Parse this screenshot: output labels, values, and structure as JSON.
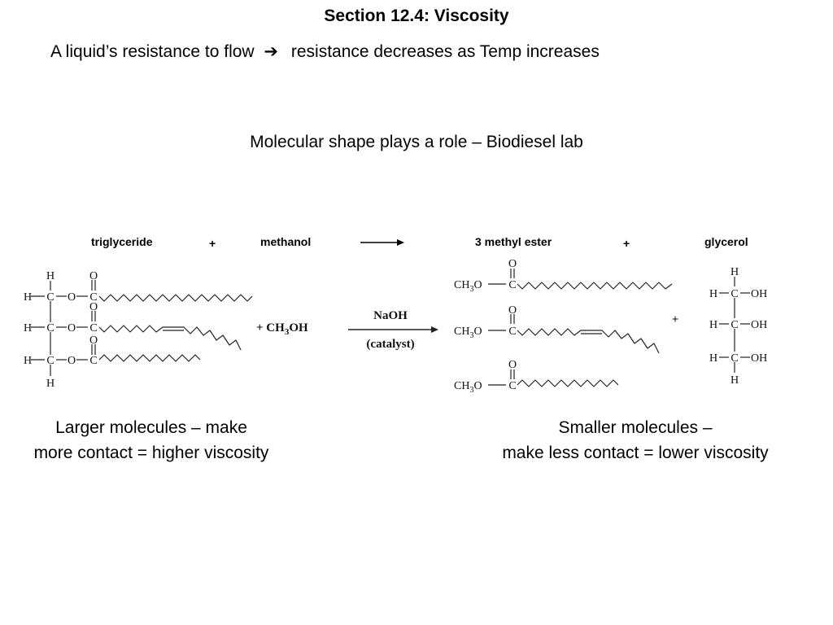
{
  "slide": {
    "title": "Section 12.4:  Viscosity",
    "definition": "A liquid’s resistance to flow",
    "arrow_symbol": "➔",
    "temperature_note": "resistance decreases as Temp increases",
    "shape_note": "Molecular shape plays a role – Biodiesel lab"
  },
  "equation_labels": {
    "triglyceride": "triglyceride",
    "plus_1": "+",
    "methanol": "methanol",
    "methyl_ester": "3 methyl ester",
    "plus_2": "+",
    "glycerol": "glycerol"
  },
  "reaction": {
    "reagent": "+ CH",
    "reagent_sub": "3",
    "reagent_end": "OH",
    "catalyst_name": "NaOH",
    "catalyst_note": "(catalyst)",
    "plus_products": "+"
  },
  "atoms": {
    "H": "H",
    "C": "C",
    "O": "O",
    "OH": "OH",
    "CH": "CH",
    "sub3": "3"
  },
  "captions": {
    "left_line1": "Larger molecules – make",
    "left_line2": "more contact = higher viscosity",
    "right_line1": "Smaller molecules –",
    "right_line2": "make less contact = lower viscosity"
  }
}
